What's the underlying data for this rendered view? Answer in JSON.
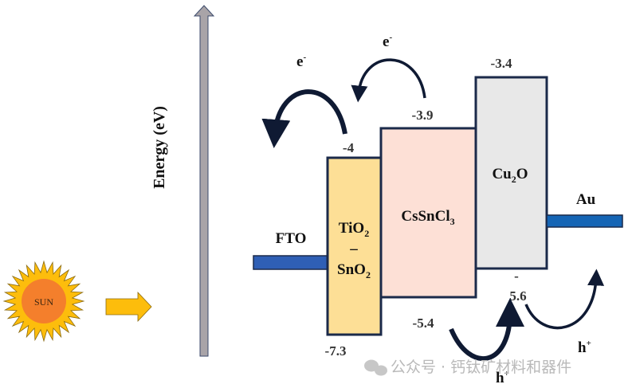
{
  "diagram": {
    "type": "energy-band-diagram",
    "axis_label": "Energy (eV)",
    "sun_label": "SUN",
    "electrodes": [
      {
        "name": "FTO",
        "color": "#2f5fb5"
      },
      {
        "name": "Au",
        "color": "#1565b5"
      }
    ],
    "layers": [
      {
        "name": "TiO2 – SnO2",
        "line1": "TiO",
        "sub1": "2",
        "dash": "–",
        "line2": "SnO",
        "sub2": "2",
        "cb": -4,
        "vb": -7.3,
        "cb_label": "-4",
        "vb_label": "-7.3",
        "color": "#fddf96"
      },
      {
        "name": "CsSnCl3",
        "main": "CsSnCl",
        "sub": "3",
        "cb": -3.9,
        "vb": -5.4,
        "cb_label": "-3.9",
        "vb_label": "-5.4",
        "color": "#fde0d6"
      },
      {
        "name": "Cu2O",
        "pre": "Cu",
        "sub": "2",
        "post": "O",
        "cb": -3.4,
        "vb": -5.6,
        "cb_label": "-3.4",
        "vb_label_dash": "-",
        "vb_label": "5.6",
        "color": "#e8e8e8"
      }
    ],
    "carriers": {
      "electron": "e",
      "electron_sup": "-",
      "hole": "h",
      "hole_sup": "+"
    },
    "colors": {
      "outline": "#1b2a4a",
      "arrow_axis": "#a9a4a8",
      "sun_outer": "#fdbd0c",
      "sun_inner": "#f47f2c",
      "light_arrow": "#fdbd0c"
    }
  },
  "watermark": {
    "text": "公众号 · 钙钛矿材料和器件",
    "icon": "wechat-icon"
  }
}
